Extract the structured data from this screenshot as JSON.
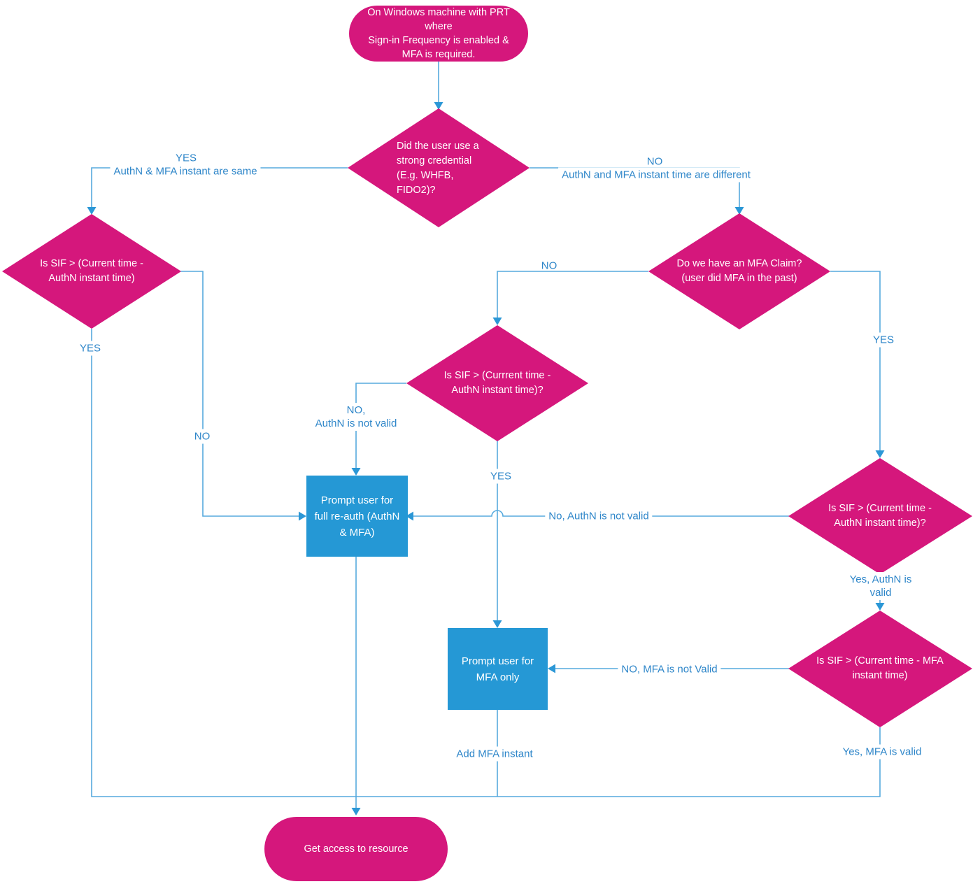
{
  "colors": {
    "shape_pink": "#d5177c",
    "process_blue": "#2598d5",
    "connector_blue": "#56aade",
    "arrow_blue": "#2b97d6",
    "label_text_blue": "#2e86c9"
  },
  "nodes": {
    "start": {
      "text": "On Windows machine with PRT\nwhere\nSign-in Frequency is enabled &\nMFA is required."
    },
    "strong_credential": {
      "text": "Did the user use a\nstrong credential\n(E.g. WHFB,\nFIDO2)?"
    },
    "sif_authn_left": {
      "text": "Is SIF > (Current time -\nAuthN instant time)"
    },
    "mfa_claim": {
      "text": "Do we have an MFA Claim?\n(user did MFA in the past)"
    },
    "sif_authn_mid": {
      "text": "Is SIF > (Currrent time -\nAuthN instant time)?"
    },
    "prompt_full_reauth": {
      "text": "Prompt user for\nfull re-auth (AuthN\n& MFA)"
    },
    "sif_authn_right": {
      "text": "Is SIF > (Current time -\nAuthN instant time)?"
    },
    "sif_mfa": {
      "text": "Is SIF > (Current time - MFA\ninstant time)"
    },
    "prompt_mfa_only": {
      "text": "Prompt user for\nMFA only"
    },
    "end": {
      "text": "Get access to resource"
    }
  },
  "labels": {
    "strong_yes": "YES",
    "strong_yes_sub": "AuthN & MFA instant are same",
    "strong_no": "NO",
    "strong_no_sub": "AuthN and MFA instant time are different",
    "left_yes": "YES",
    "left_no": "NO",
    "claim_no": "NO",
    "claim_yes": "YES",
    "mid_no": "NO,\nAuthN is not valid",
    "mid_yes": "YES",
    "right_no": "No, AuthN is not valid",
    "right_yes": "Yes, AuthN is valid",
    "mfa_no": "NO, MFA is not Valid",
    "mfa_yes": "Yes, MFA is valid",
    "add_mfa": "Add MFA instant"
  }
}
